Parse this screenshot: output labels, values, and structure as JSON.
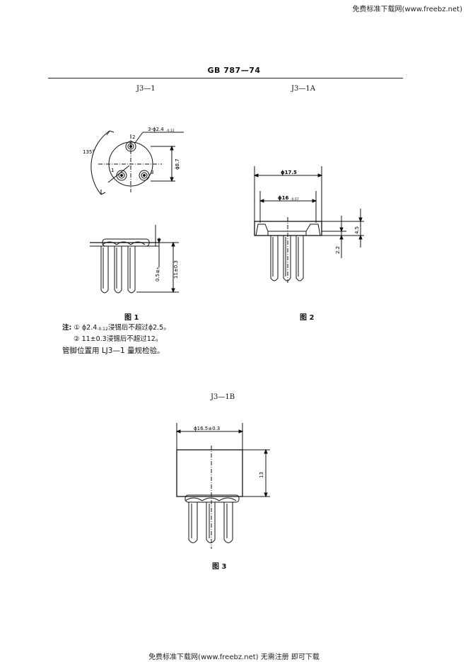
{
  "watermark": {
    "top": "免费标准下载网(www.freebz.net)",
    "bottom": "免费标准下载网(www.freebz.net) 无需注册 即可下载"
  },
  "standard_code": "GB 787—74",
  "figures": {
    "j3_1": {
      "model": "J3—1",
      "caption": "图 1",
      "pin_hole_label": "3-ϕ2.4",
      "pin_hole_tol": "-0.12",
      "circle_dim": "ϕ8.7",
      "angle": "135°",
      "pin_numbers": [
        "1",
        "2",
        "3"
      ],
      "min_len_label": "0.5",
      "min_len_sub": "最大",
      "lead_len_label": "11±0.3"
    },
    "j3_1a": {
      "model": "J3—1A",
      "caption": "图 2",
      "outer_dia": "ϕ17.5",
      "inner_dia": "ϕ16",
      "inner_tol": "-0.57",
      "flange_height": "4.5",
      "pin_offset": "2.2"
    },
    "j3_1b": {
      "model": "J3—1B",
      "caption": "图 3",
      "body_dia": "ϕ16.5±0.3",
      "body_height": "13"
    }
  },
  "notes": {
    "prefix": "注:",
    "item1_mark": "①",
    "item1_pre": "ϕ2.4",
    "item1_tol": "-0.12",
    "item1_post": "浸锡后不超过ϕ2.5。",
    "item2_mark": "②",
    "item2_text": "11±0.3浸锡后不超过12。",
    "gauge_text": "管脚位置用 LJ3—1 量规检验。"
  }
}
